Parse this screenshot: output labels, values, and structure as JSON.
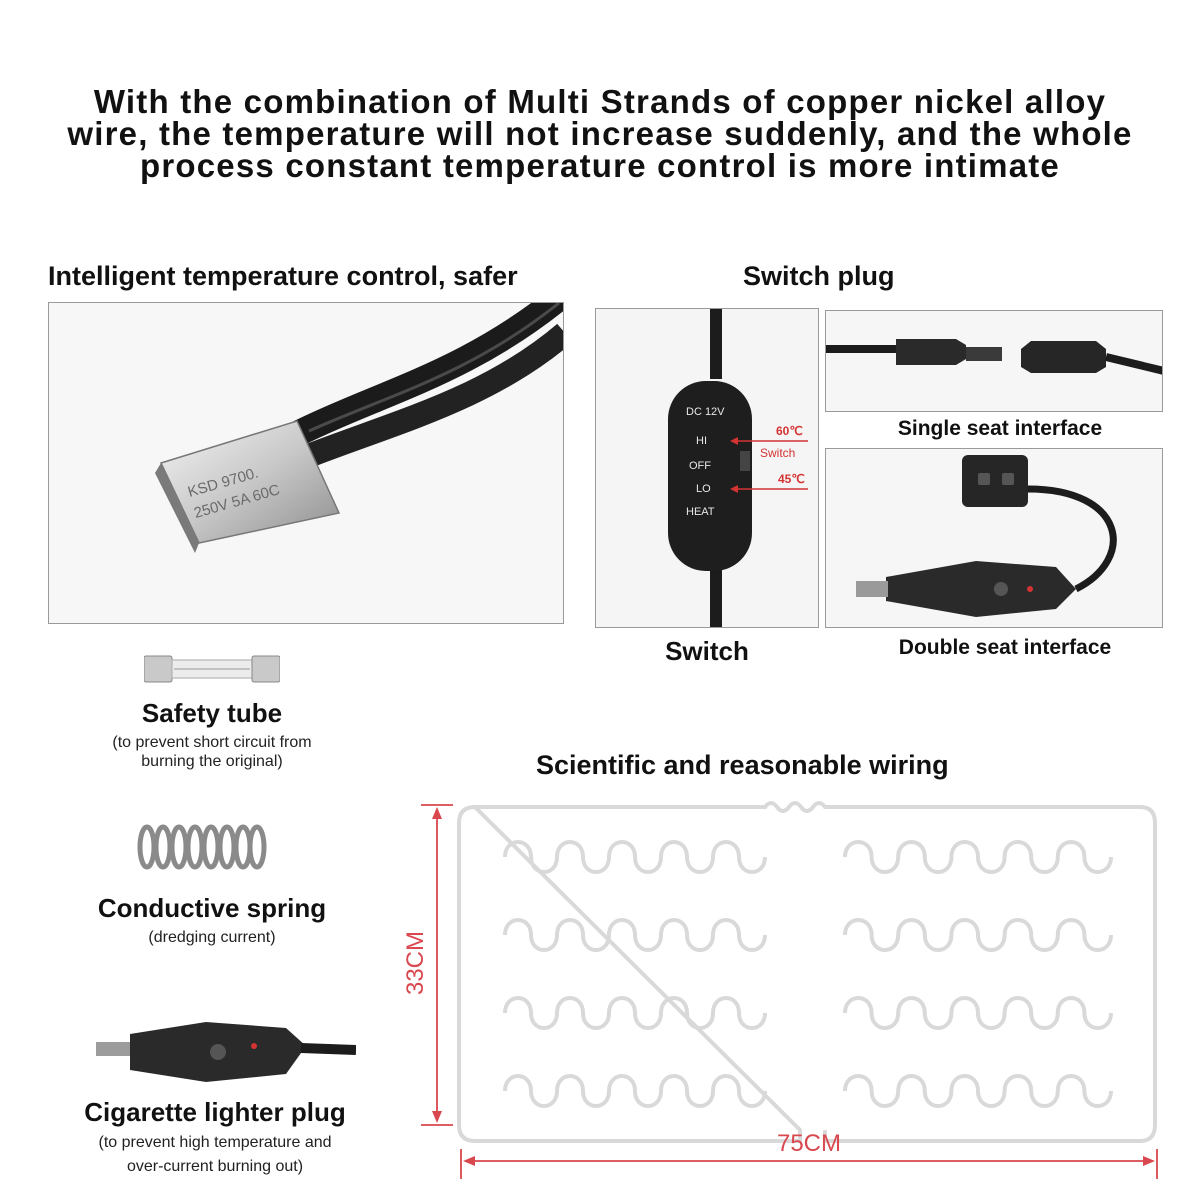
{
  "headline": {
    "line1": "With the combination of Multi Strands of copper nickel alloy",
    "line2": "wire, the temperature will not increase suddenly, and the whole",
    "line3": "process constant temperature control is more intimate"
  },
  "thermostat": {
    "title": "Intelligent temperature control, safer",
    "label_line1": "KSD 9700.",
    "label_line2": "250V 5A  60C"
  },
  "switch_plug": {
    "title": "Switch plug",
    "switch_caption": "Switch",
    "single_caption": "Single seat interface",
    "double_caption": "Double seat interface",
    "switch_box": {
      "dc": "DC 12V",
      "hi": "HI",
      "off": "OFF",
      "lo": "LO",
      "heat": "HEAT",
      "temp_high": "60℃",
      "switch_label": "Switch",
      "temp_low": "45℃"
    }
  },
  "components": {
    "fuse_title": "Safety tube",
    "fuse_desc_line1": "(to prevent short circuit from",
    "fuse_desc_line2": "burning the original)",
    "spring_title": "Conductive spring",
    "spring_desc": "(dredging current)",
    "plug_title": "Cigarette lighter plug",
    "plug_desc_line1": "(to prevent high temperature and",
    "plug_desc_line2": "over-current burning out)"
  },
  "wiring": {
    "title": "Scientific and reasonable wiring",
    "height_label": "33CM",
    "width_label": "75CM"
  },
  "colors": {
    "dimension": "#d9474f",
    "wire_outline": "#d9d9d9",
    "arrow": "#d33333"
  }
}
